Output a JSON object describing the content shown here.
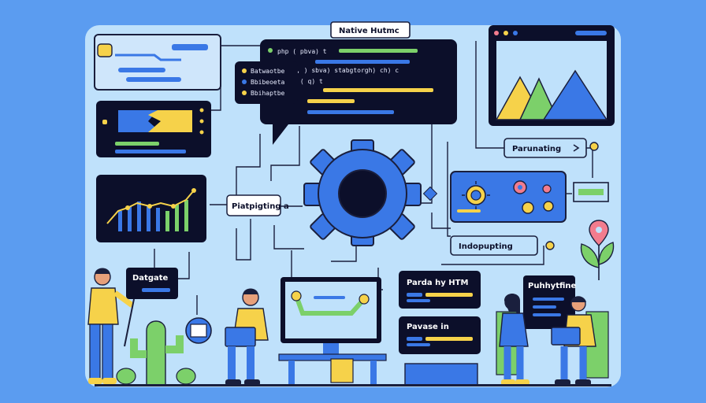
{
  "colors": {
    "outer_bg": "#5b9cf0",
    "panel_bg": "#bfe1fb",
    "ink": "#0c0f2a",
    "blue": "#3a78e6",
    "yellow": "#f6d24a",
    "green": "#7cd06a",
    "pink": "#f27c8e"
  },
  "icons": [
    "gear-icon",
    "location-pin-icon",
    "sun-icon",
    "leaf-icon",
    "cactus-icon"
  ],
  "labels": {
    "native": "Native Hutmc",
    "parunating": "Parunating",
    "indopupting": "Indopupting",
    "piatpigting": "Piatpigting a",
    "datgate": "Datgate",
    "parda": "Parda hy HTM",
    "pavase": "Pavase in",
    "puhhytfine": "Puhhytfine"
  },
  "callout": {
    "lines": [
      "Batwaotbe",
      "Bbibeoeta",
      "Bbihaptbe"
    ]
  },
  "code": {
    "lines": [
      "php ( pbva) t",
      "( ooy, ) sbva) stabgtorgh) ch) c",
      "bte ) ( q) t"
    ]
  }
}
